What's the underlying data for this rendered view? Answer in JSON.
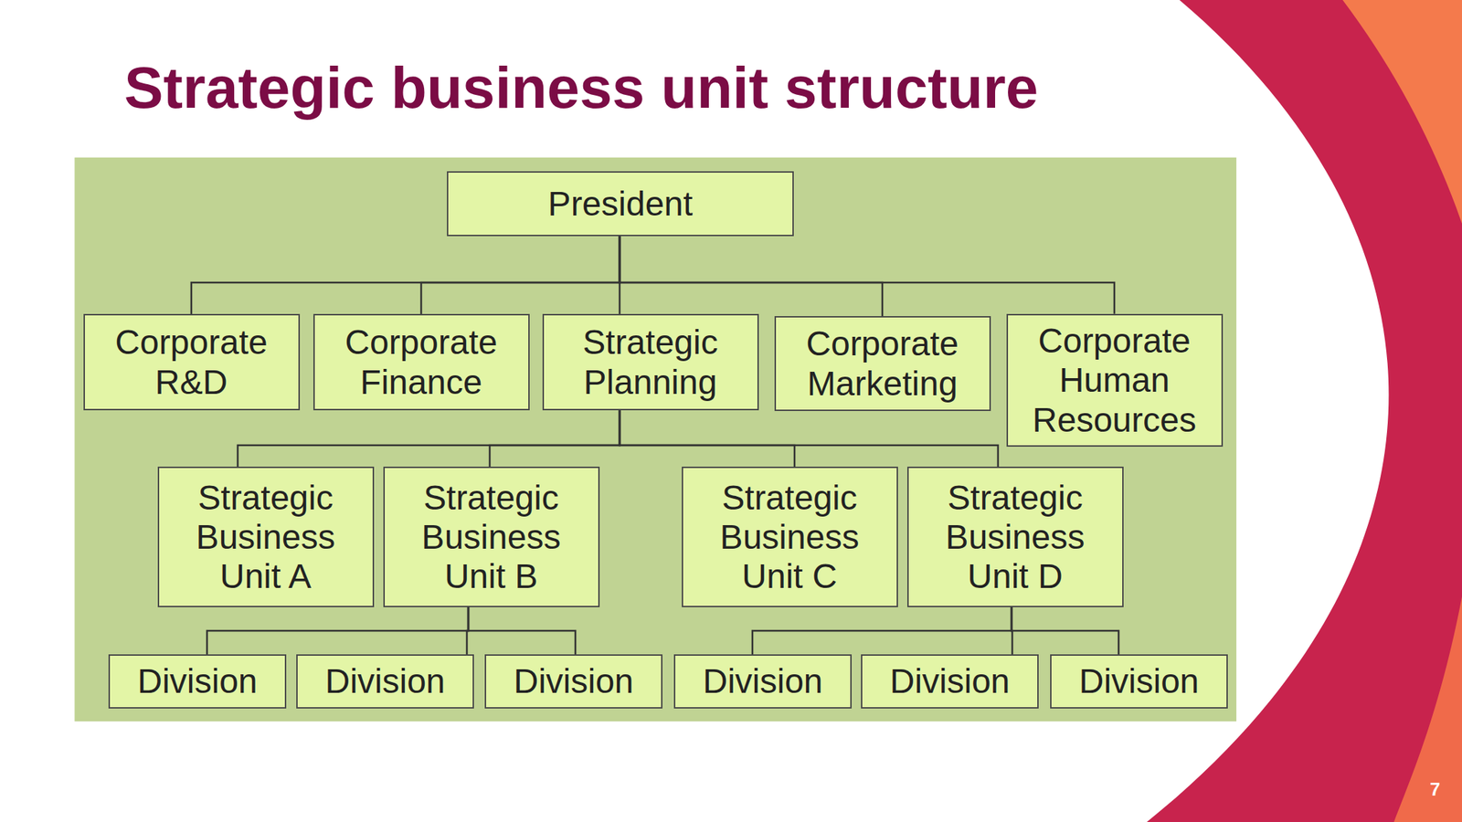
{
  "diagram": {
    "title": "Strategic business unit structure",
    "nodes": [
      {
        "text": [
          "President"
        ]
      },
      {
        "text": [
          "Corporate R&D"
        ]
      },
      {
        "text": [
          "Corporate Finance"
        ]
      },
      {
        "text": [
          "Strategic Planning"
        ]
      },
      {
        "text": [
          "Corporate Marketing"
        ]
      },
      {
        "text": [
          "Corporate Human Resources"
        ]
      },
      {
        "text": [
          "Strategic Business Unit A"
        ]
      },
      {
        "text": [
          "Strategic Business Unit B"
        ]
      },
      {
        "text": [
          "Strategic Business Unit C"
        ]
      },
      {
        "text": [
          "Strategic Business Unit D"
        ]
      },
      {
        "text": [
          "Division"
        ]
      },
      {
        "text": [
          "Division"
        ]
      },
      {
        "text": [
          "Division"
        ]
      },
      {
        "text": [
          "Division"
        ]
      },
      {
        "text": [
          "Division"
        ]
      },
      {
        "text": [
          "Division"
        ]
      }
    ],
    "edges": [
      {
        "from": 0,
        "to": 1,
        "arrow": "none"
      },
      {
        "from": 0,
        "to": 2,
        "arrow": "none"
      },
      {
        "from": 0,
        "to": 3,
        "arrow": "none"
      },
      {
        "from": 0,
        "to": 4,
        "arrow": "none"
      },
      {
        "from": 0,
        "to": 5,
        "arrow": "none"
      },
      {
        "from": 3,
        "to": 6,
        "arrow": "none"
      },
      {
        "from": 3,
        "to": 7,
        "arrow": "none"
      },
      {
        "from": 3,
        "to": 8,
        "arrow": "none"
      },
      {
        "from": 3,
        "to": 9,
        "arrow": "none"
      },
      {
        "from": 7,
        "to": 10,
        "arrow": "none"
      },
      {
        "from": 7,
        "to": 11,
        "arrow": "none"
      },
      {
        "from": 7,
        "to": 12,
        "arrow": "none"
      },
      {
        "from": 9,
        "to": 13,
        "arrow": "none"
      },
      {
        "from": 9,
        "to": 14,
        "arrow": "none"
      },
      {
        "from": 9,
        "to": 15,
        "arrow": "none"
      }
    ],
    "labels": [
      "7"
    ]
  }
}
